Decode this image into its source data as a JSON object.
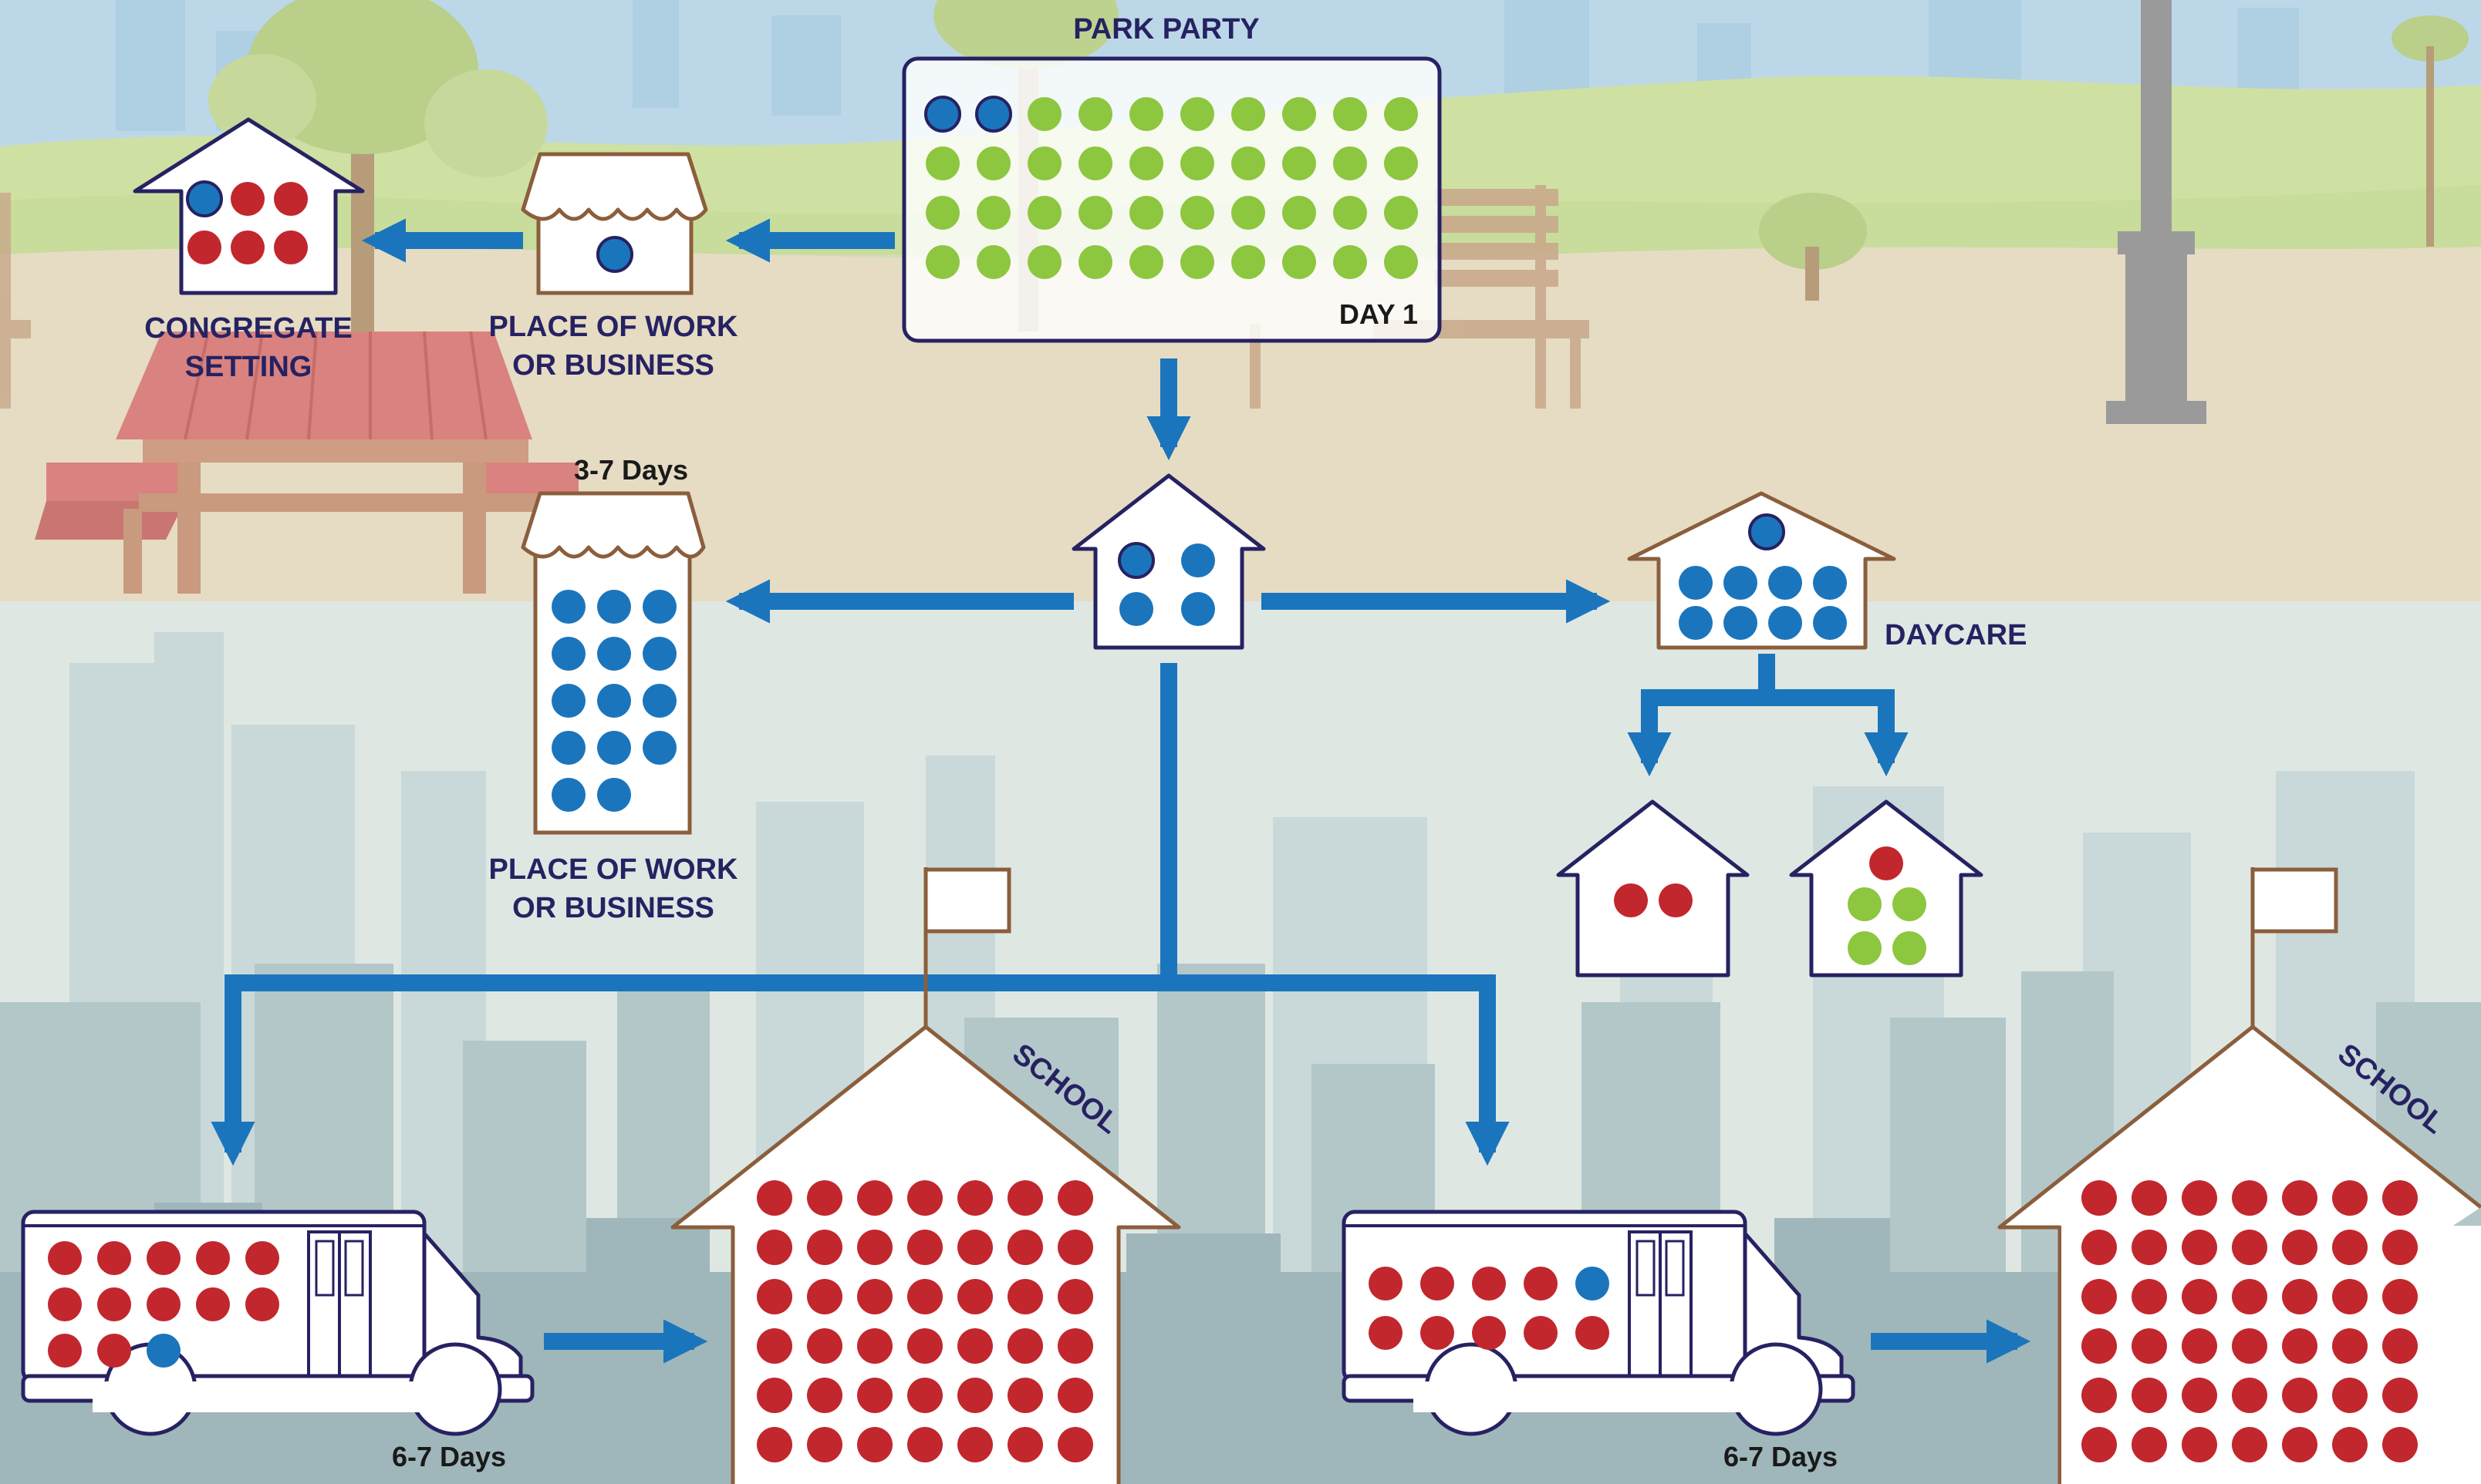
{
  "title": "PARK PARTY",
  "colors": {
    "navy": "#262262",
    "arrow_blue": "#1b75bc",
    "dot_blue": "#1b75bc",
    "dot_green": "#8dc63f",
    "dot_red": "#c1272d",
    "brown": "#8b5e3c",
    "sky": "#b8d7e8",
    "grass": "#cfe0a3",
    "ground": "#e6dcc4",
    "city": "#b7c9cc",
    "bench_red": "#d98a86"
  },
  "labels": {
    "park_day": "DAY 1",
    "congregate_line1": "CONGREGATE",
    "congregate_line2": "SETTING",
    "work_top_line1": "PLACE OF WORK",
    "work_top_line2": "OR BUSINESS",
    "work_mid_days": "3-7 Days",
    "work_mid_line1": "PLACE OF WORK",
    "work_mid_line2": "OR BUSINESS",
    "daycare": "DAYCARE",
    "school_left": "SCHOOL",
    "school_right": "SCHOOL",
    "bus_left_days": "6-7 Days",
    "bus_right_days": "6-7 Days"
  },
  "groups": {
    "park_party": {
      "blue_infected": 2,
      "green_exposed": 38
    },
    "congregate_setting": {
      "blue_infected": 1,
      "red_cases": 5
    },
    "work_top": {
      "blue_infected": 1
    },
    "household_center": {
      "blue_infected": 1,
      "blue_cases": 3
    },
    "work_mid": {
      "blue_cases": 14
    },
    "daycare": {
      "blue_infected": 1,
      "blue_cases": 8
    },
    "daycare_home_left": {
      "red_cases": 2
    },
    "daycare_home_right": {
      "red_cases": 1,
      "green_exposed": 4
    },
    "bus_left": {
      "red_cases": 12,
      "blue_cases": 1
    },
    "bus_right": {
      "red_cases": 9,
      "blue_cases": 1
    },
    "school_left": {
      "red_cases": 42
    },
    "school_right": {
      "red_cases": 42
    }
  }
}
